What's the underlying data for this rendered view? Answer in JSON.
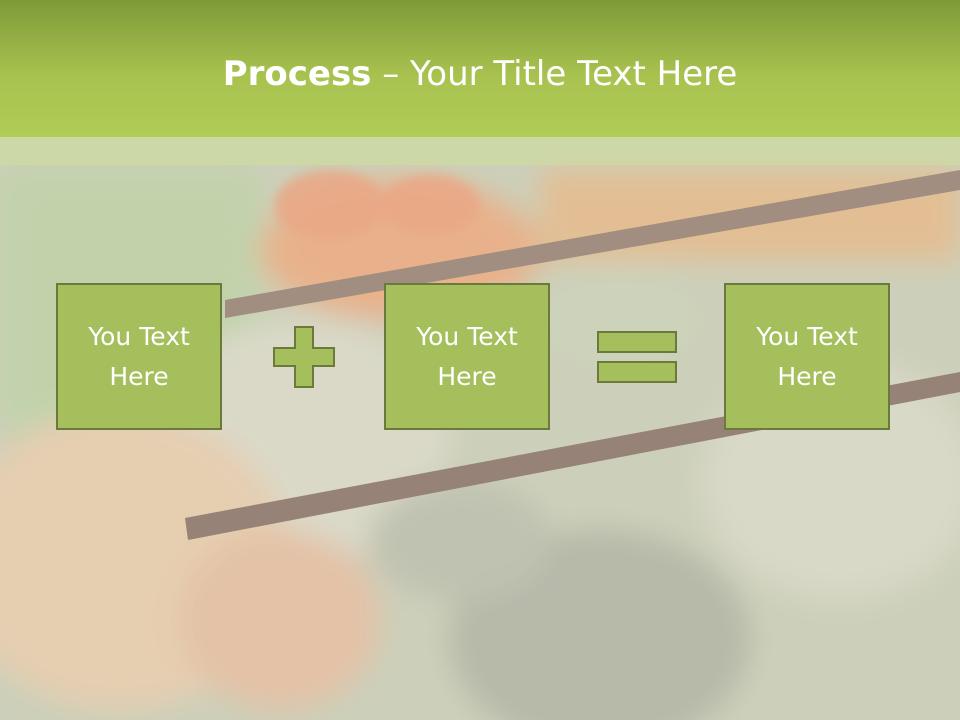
{
  "slide": {
    "title_bold": "Process",
    "title_rest": " – Your Title Text Here"
  },
  "boxes": [
    {
      "text": "You Text Here"
    },
    {
      "text": "You Text Here"
    },
    {
      "text": "You Text Here"
    }
  ],
  "operators": [
    {
      "icon": "plus-icon"
    },
    {
      "icon": "equals-icon"
    }
  ],
  "colors": {
    "title_bar": "#a8c24f",
    "box_fill": "#a4bf5c",
    "box_border": "#6b7a3c",
    "text": "#ffffff"
  }
}
